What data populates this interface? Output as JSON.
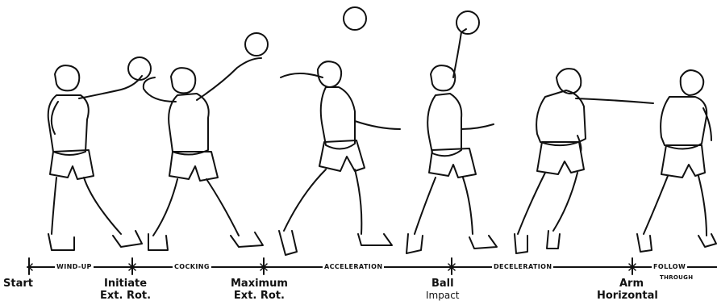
{
  "phases": [
    {
      "label": "WIND-UP"
    },
    {
      "label": "COCKING"
    },
    {
      "label": "ACCELERATION"
    },
    {
      "label": "DECELERATION"
    },
    {
      "label": "FOLLOW",
      "label_line2": "THROUGH"
    }
  ],
  "events": [
    {
      "line1": "Start",
      "line2": ""
    },
    {
      "line1": "Initiate",
      "line2": "Ext. Rot."
    },
    {
      "line1": "Maximum",
      "line2": "Ext. Rot."
    },
    {
      "line1": "Ball",
      "line2": "Impact"
    },
    {
      "line1": "Arm",
      "line2": "Horizontal"
    }
  ],
  "colors": {
    "ink": "#111111",
    "paper": "#ffffff"
  }
}
